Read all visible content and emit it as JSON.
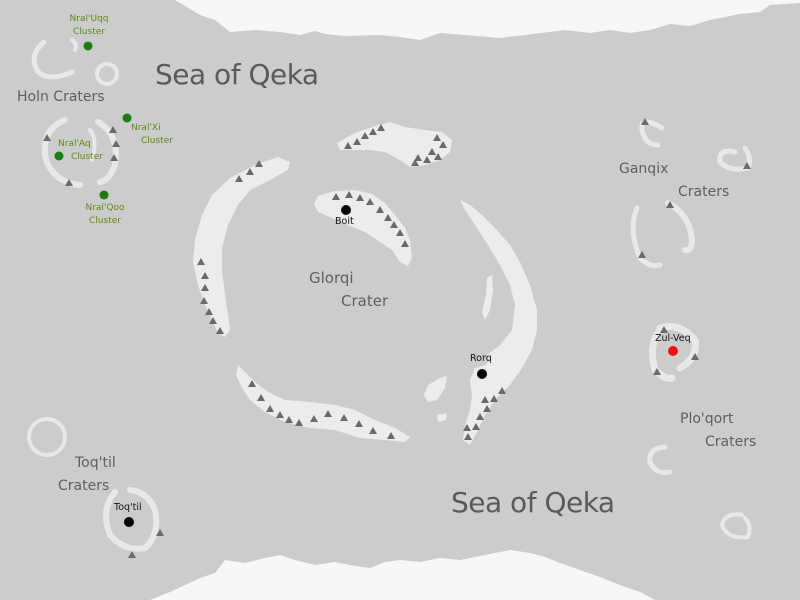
{
  "map": {
    "background_color": "#cccccc",
    "land_color": "#ececec",
    "ice_color": "#f7f7f7",
    "mountain_color": "#6a6a6a",
    "colors": {
      "sea_label": "#5a5a5a",
      "region_label": "#5f5f5f",
      "cluster_label": "#5e8a1a",
      "cluster_marker": "#1e7a12",
      "town_marker": "#000000",
      "capital_marker": "#ee1111"
    }
  },
  "seas": [
    {
      "id": "sea-north",
      "label": "Sea of Qeka"
    },
    {
      "id": "sea-south",
      "label": "Sea of Qeka"
    }
  ],
  "regions": {
    "holn": {
      "label": "Holn Craters"
    },
    "glorqi": {
      "line1": "Glorqi",
      "line2": "Crater"
    },
    "ganqix": {
      "line1": "Ganqix",
      "line2": "Craters"
    },
    "ploqort": {
      "line1": "Plo'qort",
      "line2": "Craters"
    },
    "toqtil": {
      "line1": "Toq'til",
      "line2": "Craters"
    }
  },
  "clusters": [
    {
      "id": "nral-uqq",
      "line1": "Nral'Uqq",
      "line2": "Cluster"
    },
    {
      "id": "nral-xi",
      "line1": "Nral'Xi",
      "line2": "Cluster"
    },
    {
      "id": "nral-aq",
      "line1": "Nral'Aq",
      "line2": "Cluster"
    },
    {
      "id": "nral-qoo",
      "line1": "Nral'Qoo",
      "line2": "Cluster"
    }
  ],
  "towns": [
    {
      "id": "boit",
      "label": "Boit",
      "type": "town"
    },
    {
      "id": "rorq",
      "label": "Rorq",
      "type": "town"
    },
    {
      "id": "toqtil-town",
      "label": "Toq'til",
      "type": "town"
    },
    {
      "id": "zul-veq",
      "label": "Zul-Veq",
      "type": "capital"
    }
  ]
}
